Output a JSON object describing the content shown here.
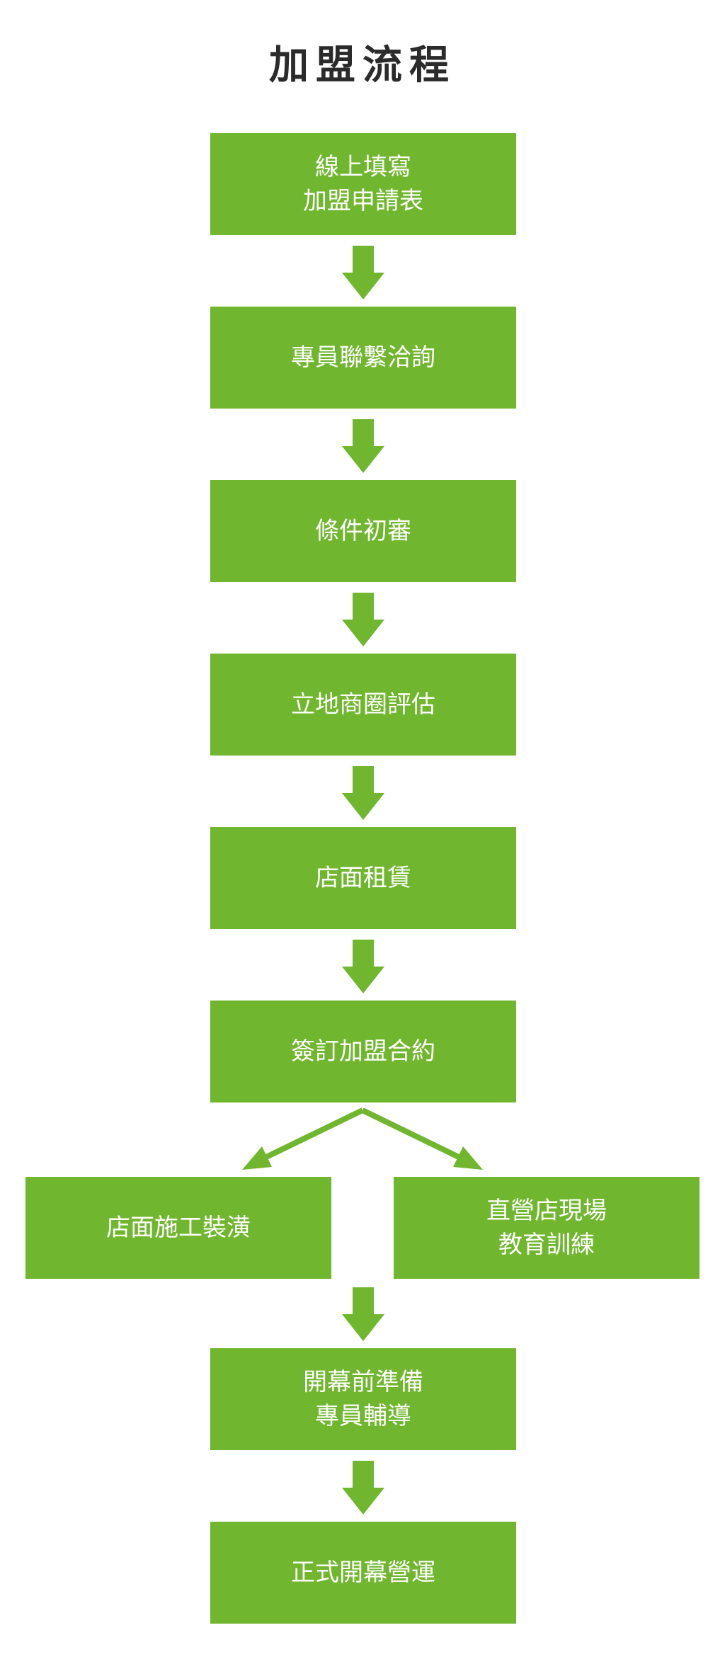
{
  "title": "加盟流程",
  "colors": {
    "step_fill": "#70b72f",
    "arrow_fill": "#70b72f",
    "step_text": "#ffffff",
    "title_text": "#2b2b2b"
  },
  "steps": [
    {
      "lines": [
        "線上填寫",
        "加盟申請表"
      ]
    },
    {
      "lines": [
        "專員聯繫洽詢"
      ]
    },
    {
      "lines": [
        "條件初審"
      ]
    },
    {
      "lines": [
        "立地商圈評估"
      ]
    },
    {
      "lines": [
        "店面租賃"
      ]
    },
    {
      "lines": [
        "簽訂加盟合約"
      ]
    },
    {
      "lines": [
        "店面施工裝潢"
      ]
    },
    {
      "lines": [
        "直營店現場",
        "教育訓練"
      ]
    },
    {
      "lines": [
        "開幕前準備",
        "專員輔導"
      ]
    },
    {
      "lines": [
        "正式開幕營運"
      ]
    }
  ]
}
